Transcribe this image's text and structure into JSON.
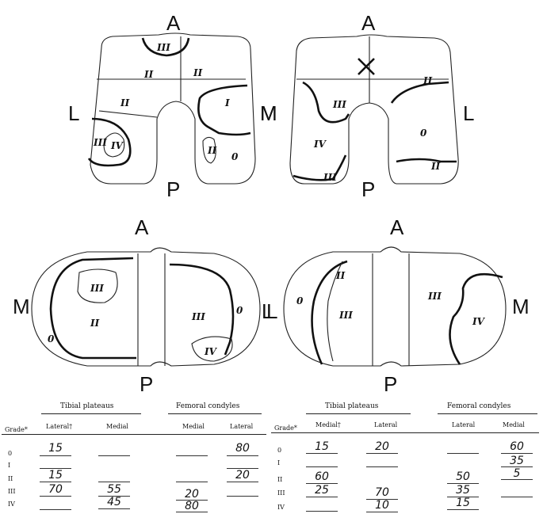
{
  "figure": {
    "panels": [
      {
        "id": "top-left",
        "labels": {
          "top": "A",
          "bottom": "P",
          "left": "L",
          "right": "M"
        },
        "regions": [
          "III",
          "II",
          "II",
          "II",
          "I",
          "III",
          "IV",
          "II",
          "0"
        ]
      },
      {
        "id": "top-right",
        "labels": {
          "top": "A",
          "bottom": "P",
          "left": "M",
          "right": "L"
        },
        "regions": [
          "X",
          "III",
          "IV",
          "III",
          "II",
          "0",
          "II"
        ]
      },
      {
        "id": "bottom-left",
        "labels": {
          "top": "A",
          "bottom": "P",
          "left": "M",
          "right": "L"
        },
        "regions": [
          "III",
          "II",
          "0",
          "III",
          "0",
          "IV"
        ]
      },
      {
        "id": "bottom-right",
        "labels": {
          "top": "A",
          "bottom": "P",
          "left": "L",
          "right": "M"
        },
        "regions": [
          "0",
          "II",
          "III",
          "III",
          "IV"
        ]
      }
    ]
  },
  "tables": [
    {
      "group1": "Tibial plateaus",
      "group2": "Femoral condyles",
      "columns": [
        "Grade*",
        "Lateral†",
        "Medial",
        "Medial",
        "Lateral"
      ],
      "grades": [
        "0",
        "I",
        "II",
        "III",
        "IV"
      ],
      "rows": [
        [
          "15",
          "",
          "",
          "80"
        ],
        [
          "",
          "",
          "",
          ""
        ],
        [
          "15",
          "",
          "",
          "20"
        ],
        [
          "70",
          "55",
          "20",
          ""
        ],
        [
          "",
          "45",
          "80",
          ""
        ]
      ]
    },
    {
      "group1": "Tibial plateaus",
      "group2": "Femoral condyles",
      "columns": [
        "Grade*",
        "Medial†",
        "Lateral",
        "Lateral",
        "Medial"
      ],
      "grades": [
        "0",
        "I",
        "II",
        "III",
        "IV"
      ],
      "rows": [
        [
          "15",
          "20",
          "",
          "60"
        ],
        [
          "",
          "",
          "",
          "35"
        ],
        [
          "60",
          "",
          "50",
          "5"
        ],
        [
          "25",
          "70",
          "35",
          ""
        ],
        [
          "",
          "10",
          "15",
          ""
        ]
      ]
    }
  ]
}
